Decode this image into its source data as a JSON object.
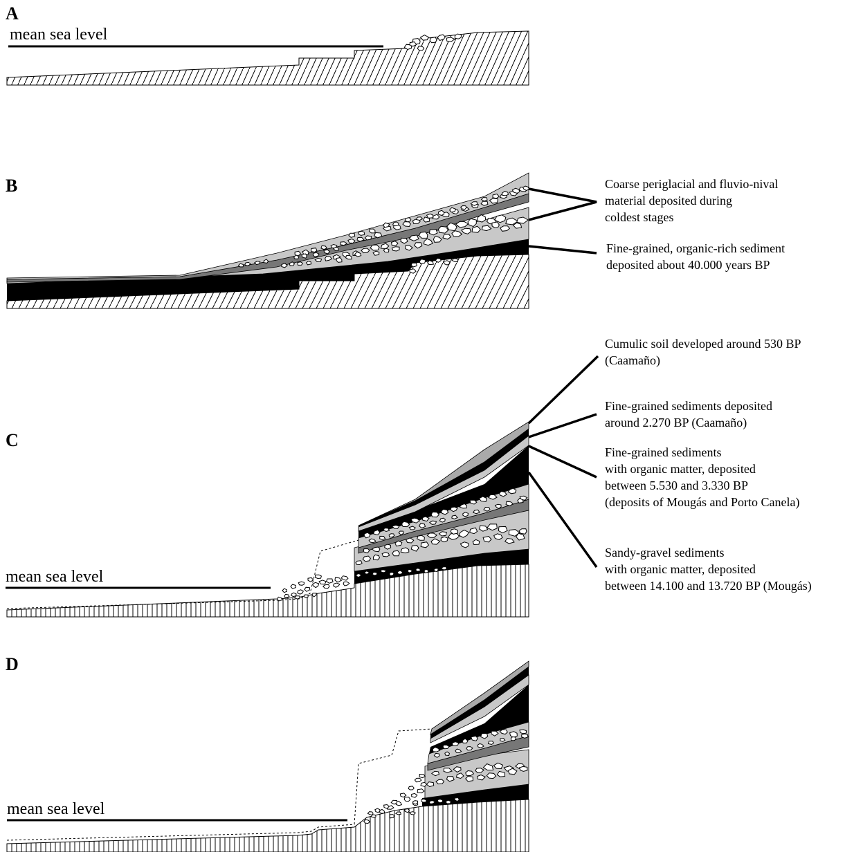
{
  "panels": {
    "a": {
      "letter": "A",
      "sea_level_label": "mean sea level"
    },
    "b": {
      "letter": "B"
    },
    "c": {
      "letter": "C",
      "sea_level_label": "mean sea level"
    },
    "d": {
      "letter": "D",
      "sea_level_label": "mean sea level"
    }
  },
  "annotations": {
    "b_coarse": [
      "Coarse periglacial and fluvio-nival",
      "material deposited during",
      "coldest stages"
    ],
    "b_fine": [
      "Fine-grained, organic-rich sediment",
      "deposited about 40.000 years BP"
    ],
    "c_soil": [
      "Cumulic soil developed around 530 BP",
      "(Caamaño)"
    ],
    "c_fine2270": [
      "Fine-grained sediments deposited",
      "around 2.270 BP (Caamaño)"
    ],
    "c_fine5530": [
      "Fine-grained sediments",
      "with organic matter, deposited",
      "between 5.530 and 3.330 BP",
      "(deposits of Mougás and Porto Canela)"
    ],
    "c_sandy": [
      "Sandy-gravel sediments",
      "with organic matter, deposited",
      "between 14.100 and 13.720 BP (Mougás)"
    ]
  },
  "colors": {
    "black_layer": "#000000",
    "dark_grey_layer": "#777777",
    "light_grey_layer": "#c8c8c8",
    "hatch": "#000000",
    "cobble_fill": "#ffffff"
  }
}
